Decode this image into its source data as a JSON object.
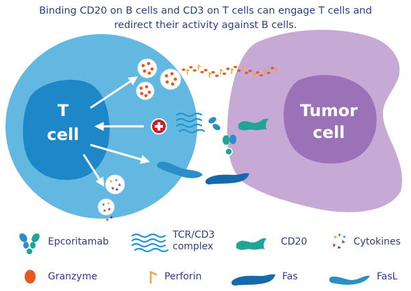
{
  "caption": {
    "line1": "Binding CD20 on B cells and CD3 on T cells can engage T cells and",
    "line2": "redirect their activity against B cells."
  },
  "cells": {
    "t_cell_line1": "T",
    "t_cell_line2": "cell",
    "tumor_line1": "Tumor",
    "tumor_line2": "cell"
  },
  "legend": {
    "epcoritamab": "Epcoritamab",
    "tcr_line1": "TCR/CD3",
    "tcr_line2": "complex",
    "cd20": "CD20",
    "cytokines": "Cytokines",
    "granzyme": "Granzyme",
    "perforin": "Perforin",
    "fas": "Fas",
    "fasl": "FasL"
  },
  "colors": {
    "t_cell_outer": "#62b8e0",
    "t_cell_nucleus": "#1d87c7",
    "tumor_outer": "#c7a9d6",
    "tumor_nucleus": "#9b72b7",
    "text": "#2b3e84",
    "granzyme": "#e75a1e",
    "perforin": "#f3a23a",
    "cd20": "#1fa596",
    "fas": "#1769ad",
    "plus": "#c9202e"
  }
}
